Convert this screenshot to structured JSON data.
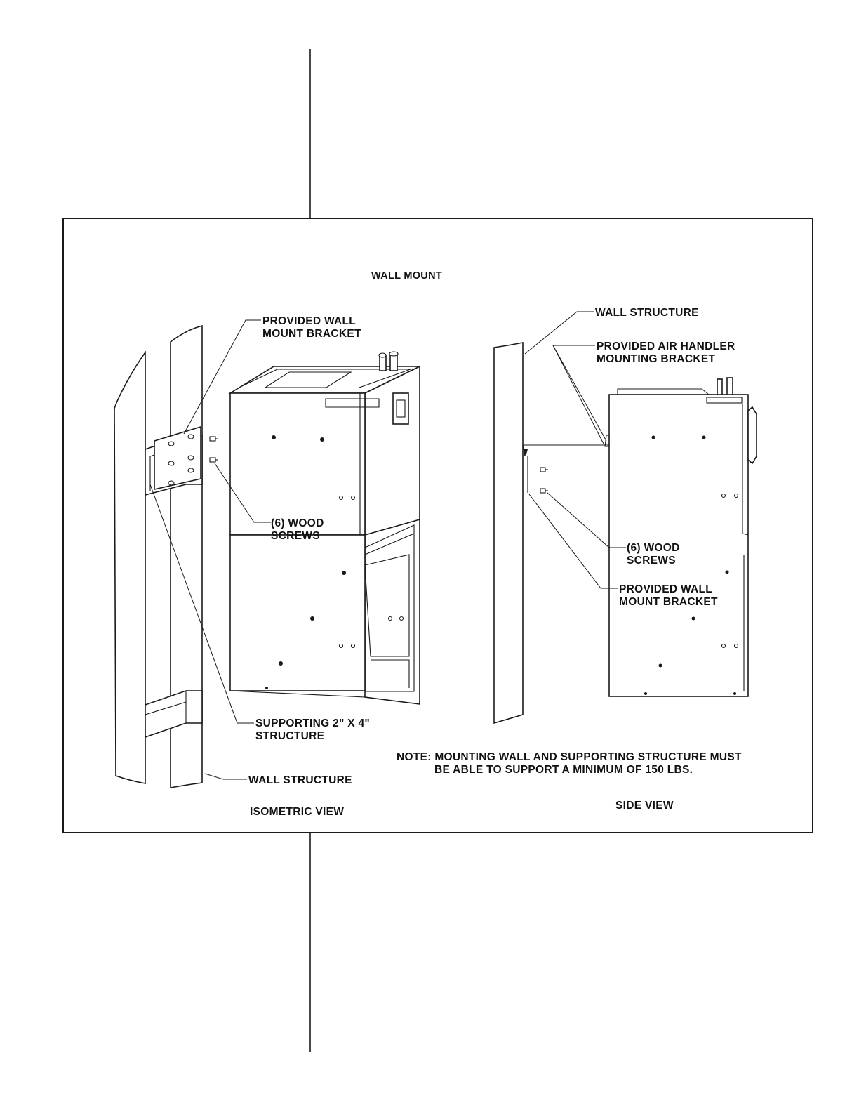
{
  "title": "WALL MOUNT",
  "isometric": {
    "view_label": "ISOMETRIC VIEW",
    "bracket_label": [
      "PROVIDED WALL",
      "MOUNT BRACKET"
    ],
    "screws_label": [
      "(6) WOOD",
      "SCREWS"
    ],
    "support_label": [
      "SUPPORTING 2\" X 4\"",
      "STRUCTURE"
    ],
    "wall_label": "WALL STRUCTURE"
  },
  "side": {
    "view_label": "SIDE VIEW",
    "wall_label": "WALL STRUCTURE",
    "air_handler_bracket_label": [
      "PROVIDED AIR HANDLER",
      "MOUNTING BRACKET"
    ],
    "screws_label": [
      "(6) WOOD",
      "SCREWS"
    ],
    "wall_bracket_label": [
      "PROVIDED WALL",
      "MOUNT BRACKET"
    ]
  },
  "note": [
    "NOTE: MOUNTING WALL AND SUPPORTING STRUCTURE MUST",
    "BE ABLE TO SUPPORT A MINIMUM OF 150 LBS."
  ]
}
